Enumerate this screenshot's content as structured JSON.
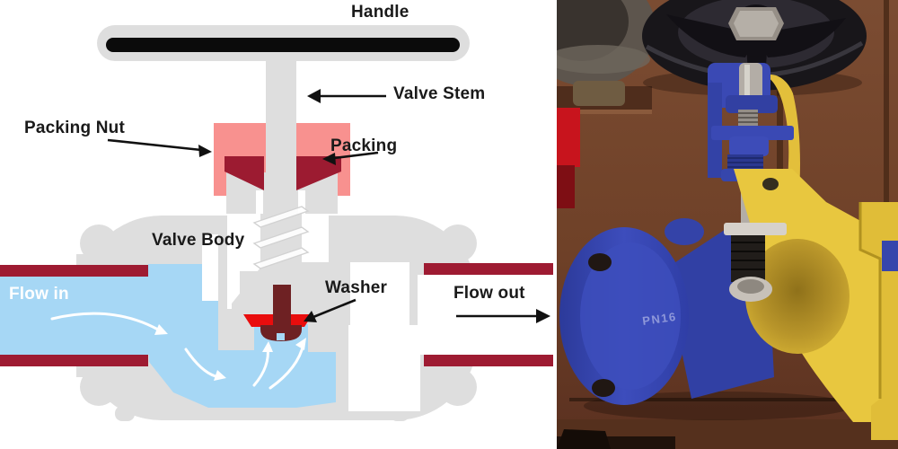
{
  "diagram": {
    "labels": {
      "handle": "Handle",
      "valve_stem": "Valve Stem",
      "packing_nut": "Packing Nut",
      "packing": "Packing",
      "valve_body": "Valve Body",
      "washer": "Washer",
      "flow_in": "Flow in",
      "flow_out": "Flow out"
    },
    "colors": {
      "body_gray": "#dedede",
      "handle_black": "#0b0b0b",
      "packing_nut_pink": "#f8918f",
      "packing_dark_red": "#9c1b31",
      "pipe_wall_maroon": "#9e1b32",
      "washer_red": "#e90d0d",
      "stem_disc_maroon": "#6e2123",
      "fluid_blue": "#a6d7f5",
      "annotation_arrow": "#111111",
      "flow_arrow": "#ffffff"
    }
  },
  "photo": {
    "cast_marking": "PN16",
    "colors": {
      "valve_body_blue": "#3747b0",
      "cutaway_yellow": "#e8c73f",
      "handwheel_black": "#18161a",
      "stem_metal": "#b3ada6",
      "wood_background": "#714229"
    }
  }
}
